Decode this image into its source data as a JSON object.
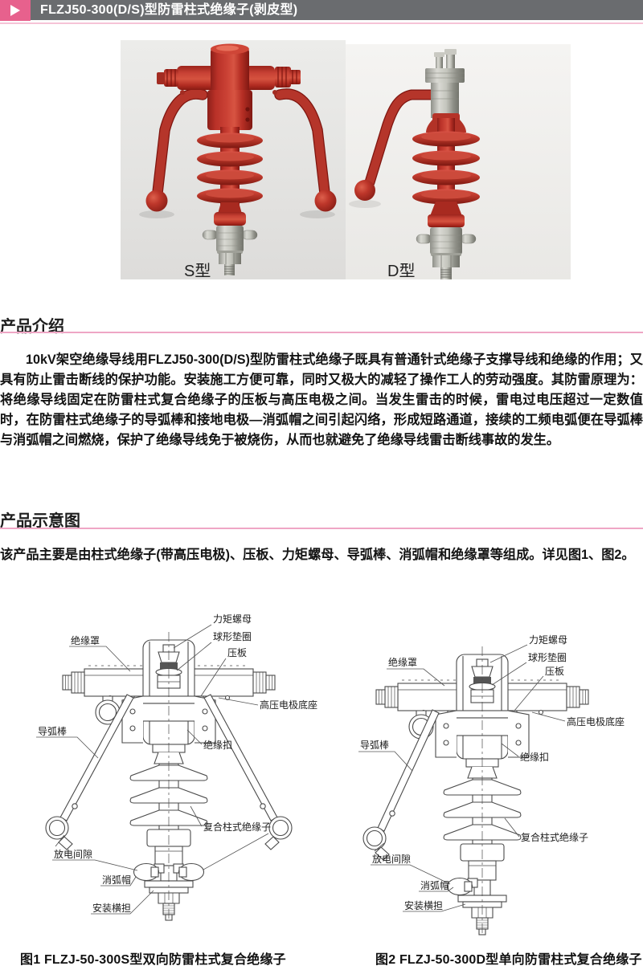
{
  "header": {
    "title": "FLZJ50-300(D/S)型防雷柱式绝缘子(剥皮型)"
  },
  "photos": {
    "s_label": "S型",
    "d_label": "D型"
  },
  "intro": {
    "heading": "产品介绍",
    "paragraph": "10kV架空绝缘导线用FLZJ50-300(D/S)型防雷柱式绝缘子既具有普通针式绝缘子支撑导线和绝缘的作用；又具有防止雷击断线的保护功能。安装施工方便可靠，同时又极大的减轻了操作工人的劳动强度。其防雷原理为：将绝缘导线固定在防雷柱式复合绝缘子的压板与高压电极之间。当发生雷击的时候，雷电过电压超过一定数值时，在防雷柱式绝缘子的导弧棒和接地电极—消弧帽之间引起闪络，形成短路通道，接续的工频电弧便在导弧棒与消弧帽之间燃烧，保护了绝缘导线免于被烧伤，从而也就避免了绝缘导线雷击断线事故的发生。"
  },
  "schematic": {
    "heading": "产品示意图",
    "description": "该产品主要是由柱式绝缘子(带高压电极)、压板、力矩螺母、导弧棒、消弧帽和绝缘罩等组成。详见图1、图2。"
  },
  "figure1": {
    "caption": "图1 FLZJ-50-300S型双向防雷柱式复合绝缘子",
    "labels": {
      "torque_nut": "力矩螺母",
      "spherical_washer": "球形垫圈",
      "pressure_plate": "压板",
      "insulation_cover": "绝缘罩",
      "hv_electrode_base": "高压电极底座",
      "arc_guide_rod": "导弧棒",
      "insulation_buckle": "绝缘扣",
      "composite_post_insulator": "复合柱式绝缘子",
      "discharge_gap": "放电间隙",
      "arc_quench_cap": "消弧帽",
      "mounting_crossarm": "安装横担"
    }
  },
  "figure2": {
    "caption": "图2 FLZJ-50-300D型单向防雷柱式复合绝缘子",
    "labels": {
      "torque_nut": "力矩螺母",
      "spherical_washer": "球形垫圈",
      "pressure_plate": "压板",
      "insulation_cover": "绝缘罩",
      "hv_electrode_base": "高压电极底座",
      "arc_guide_rod": "导弧棒",
      "insulation_buckle": "绝缘扣",
      "composite_post_insulator": "复合柱式绝缘子",
      "discharge_gap": "放电间隙",
      "arc_quench_cap": "消弧帽",
      "mounting_crossarm": "安装横担"
    }
  },
  "colors": {
    "header_bar": "#6a6c6f",
    "header_accent": "#e7618d",
    "heading_rule": "#efa6c5",
    "insulator_red": "#b5352a",
    "metal_gray": "#b7b8b0",
    "line_art": "#4a4a4a"
  }
}
